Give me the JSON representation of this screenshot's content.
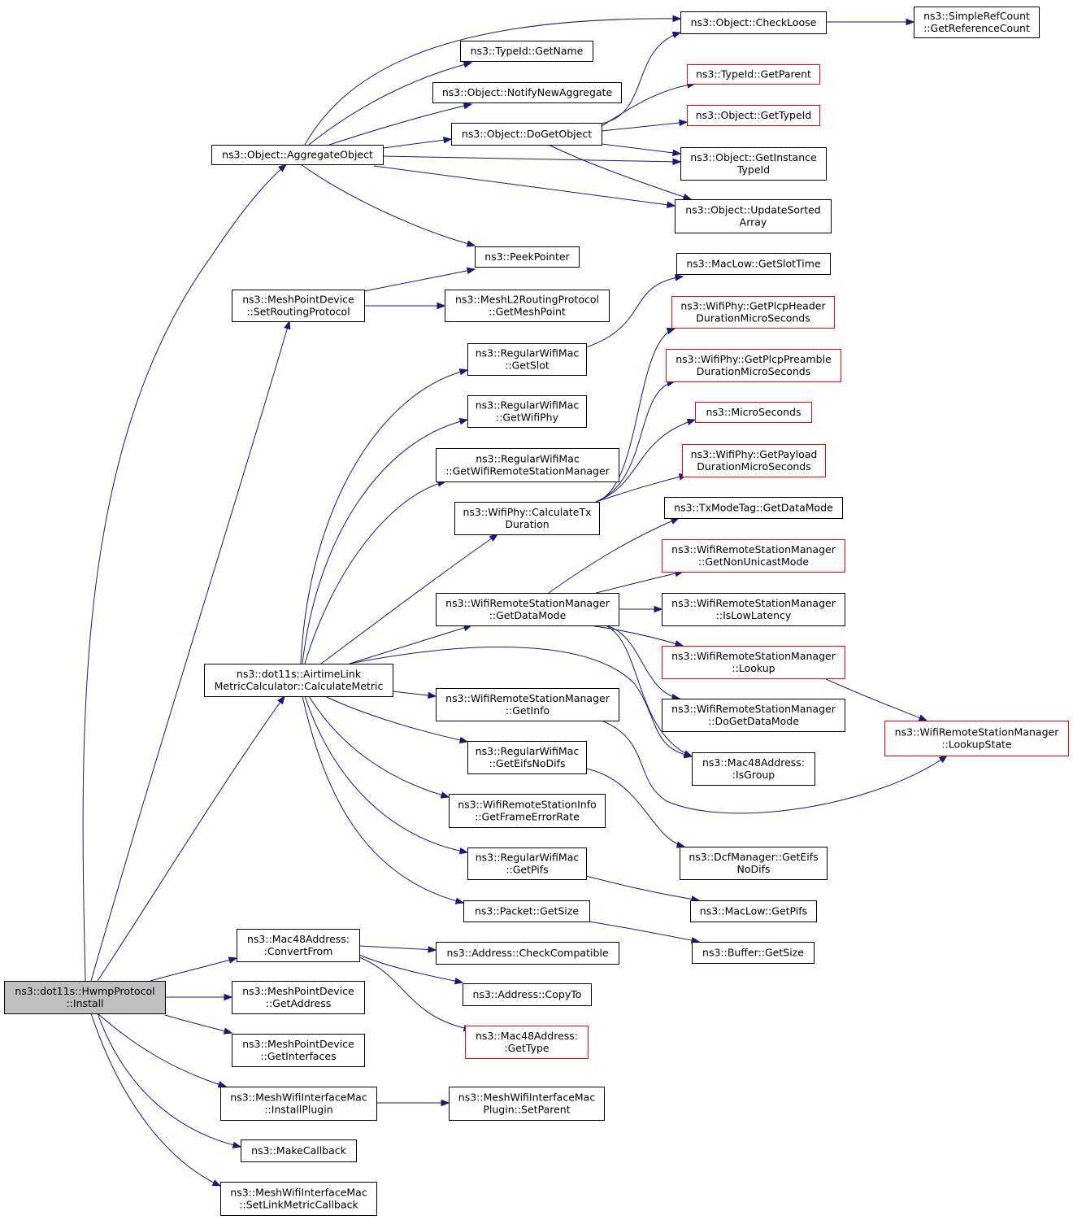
{
  "nodes": [
    {
      "id": "root",
      "lines": [
        "ns3::dot11s::HwmpProtocol",
        "::Install"
      ],
      "style": "root"
    },
    {
      "id": "aggregate",
      "lines": [
        "ns3::Object::AggregateObject"
      ]
    },
    {
      "id": "checkloose",
      "lines": [
        "ns3::Object::CheckLoose"
      ]
    },
    {
      "id": "getrefcount",
      "lines": [
        "ns3::SimpleRefCount",
        "::GetReferenceCount"
      ]
    },
    {
      "id": "typeid_getname",
      "lines": [
        "ns3::TypeId::GetName"
      ]
    },
    {
      "id": "notifynewagg",
      "lines": [
        "ns3::Object::NotifyNewAggregate"
      ]
    },
    {
      "id": "typeid_getparent",
      "lines": [
        "ns3::TypeId::GetParent"
      ],
      "style": "red"
    },
    {
      "id": "object_gettypeid",
      "lines": [
        "ns3::Object::GetTypeId"
      ],
      "style": "red"
    },
    {
      "id": "dogetobject",
      "lines": [
        "ns3::Object::DoGetObject"
      ]
    },
    {
      "id": "getinstancetypeid",
      "lines": [
        "ns3::Object::GetInstance",
        "TypeId"
      ]
    },
    {
      "id": "updatesorted",
      "lines": [
        "ns3::Object::UpdateSorted",
        "Array"
      ]
    },
    {
      "id": "peekpointer",
      "lines": [
        "ns3::PeekPointer"
      ]
    },
    {
      "id": "setrouting",
      "lines": [
        "ns3::MeshPointDevice",
        "::SetRoutingProtocol"
      ]
    },
    {
      "id": "getmeshpoint",
      "lines": [
        "ns3::MeshL2RoutingProtocol",
        "::GetMeshPoint"
      ]
    },
    {
      "id": "getslottime",
      "lines": [
        "ns3::MacLow::GetSlotTime"
      ]
    },
    {
      "id": "plcpheader",
      "lines": [
        "ns3::WifiPhy::GetPlcpHeader",
        "DurationMicroSeconds"
      ],
      "style": "red"
    },
    {
      "id": "getslot",
      "lines": [
        "ns3::RegularWifiMac",
        "::GetSlot"
      ]
    },
    {
      "id": "plcppreamble",
      "lines": [
        "ns3::WifiPhy::GetPlcpPreamble",
        "DurationMicroSeconds"
      ],
      "style": "red"
    },
    {
      "id": "getwifiphy",
      "lines": [
        "ns3::RegularWifiMac",
        "::GetWifiPhy"
      ]
    },
    {
      "id": "microseconds",
      "lines": [
        "ns3::MicroSeconds"
      ],
      "style": "red"
    },
    {
      "id": "getwrsm",
      "lines": [
        "ns3::RegularWifiMac",
        "::GetWifiRemoteStationManager"
      ]
    },
    {
      "id": "payloadduration",
      "lines": [
        "ns3::WifiPhy::GetPayload",
        "DurationMicroSeconds"
      ],
      "style": "red"
    },
    {
      "id": "calctxduration",
      "lines": [
        "ns3::WifiPhy::CalculateTx",
        "Duration"
      ]
    },
    {
      "id": "txmodetag",
      "lines": [
        "ns3::TxModeTag::GetDataMode"
      ]
    },
    {
      "id": "getnonunicast",
      "lines": [
        "ns3::WifiRemoteStationManager",
        "::GetNonUnicastMode"
      ],
      "style": "red"
    },
    {
      "id": "getdatamode",
      "lines": [
        "ns3::WifiRemoteStationManager",
        "::GetDataMode"
      ]
    },
    {
      "id": "islowlatency",
      "lines": [
        "ns3::WifiRemoteStationManager",
        "::IsLowLatency"
      ]
    },
    {
      "id": "lookup",
      "lines": [
        "ns3::WifiRemoteStationManager",
        "::Lookup"
      ],
      "style": "red"
    },
    {
      "id": "calcmetric",
      "lines": [
        "ns3::dot11s::AirtimeLink",
        "MetricCalculator::CalculateMetric"
      ]
    },
    {
      "id": "getinfo",
      "lines": [
        "ns3::WifiRemoteStationManager",
        "::GetInfo"
      ]
    },
    {
      "id": "dogetdatamode",
      "lines": [
        "ns3::WifiRemoteStationManager",
        "::DoGetDataMode"
      ]
    },
    {
      "id": "lookupstate",
      "lines": [
        "ns3::WifiRemoteStationManager",
        "::LookupState"
      ],
      "style": "red"
    },
    {
      "id": "geteifsnodifs",
      "lines": [
        "ns3::RegularWifiMac",
        "::GetEifsNoDifs"
      ]
    },
    {
      "id": "isgroup",
      "lines": [
        "ns3::Mac48Address:",
        ":IsGroup"
      ]
    },
    {
      "id": "getframeerror",
      "lines": [
        "ns3::WifiRemoteStationInfo",
        "::GetFrameErrorRate"
      ]
    },
    {
      "id": "dcfgeteifs",
      "lines": [
        "ns3::DcfManager::GetEifs",
        "NoDifs"
      ]
    },
    {
      "id": "getpifs",
      "lines": [
        "ns3::RegularWifiMac",
        "::GetPifs"
      ]
    },
    {
      "id": "packetgetsize",
      "lines": [
        "ns3::Packet::GetSize"
      ]
    },
    {
      "id": "maclowgetpifs",
      "lines": [
        "ns3::MacLow::GetPifs"
      ]
    },
    {
      "id": "convertfrom",
      "lines": [
        "ns3::Mac48Address:",
        ":ConvertFrom"
      ]
    },
    {
      "id": "checkcompat",
      "lines": [
        "ns3::Address::CheckCompatible"
      ]
    },
    {
      "id": "buffergetsize",
      "lines": [
        "ns3::Buffer::GetSize"
      ]
    },
    {
      "id": "copyto",
      "lines": [
        "ns3::Address::CopyTo"
      ]
    },
    {
      "id": "getaddress",
      "lines": [
        "ns3::MeshPointDevice",
        "::GetAddress"
      ]
    },
    {
      "id": "mac48gettype",
      "lines": [
        "ns3::Mac48Address:",
        ":GetType"
      ],
      "style": "red"
    },
    {
      "id": "getinterfaces",
      "lines": [
        "ns3::MeshPointDevice",
        "::GetInterfaces"
      ]
    },
    {
      "id": "installplugin",
      "lines": [
        "ns3::MeshWifiInterfaceMac",
        "::InstallPlugin"
      ]
    },
    {
      "id": "pluginsetparent",
      "lines": [
        "ns3::MeshWifiInterfaceMac",
        "Plugin::SetParent"
      ]
    },
    {
      "id": "makecallback",
      "lines": [
        "ns3::MakeCallback"
      ]
    },
    {
      "id": "setlinkmetric",
      "lines": [
        "ns3::MeshWifiInterfaceMac",
        "::SetLinkMetricCallback"
      ]
    }
  ]
}
